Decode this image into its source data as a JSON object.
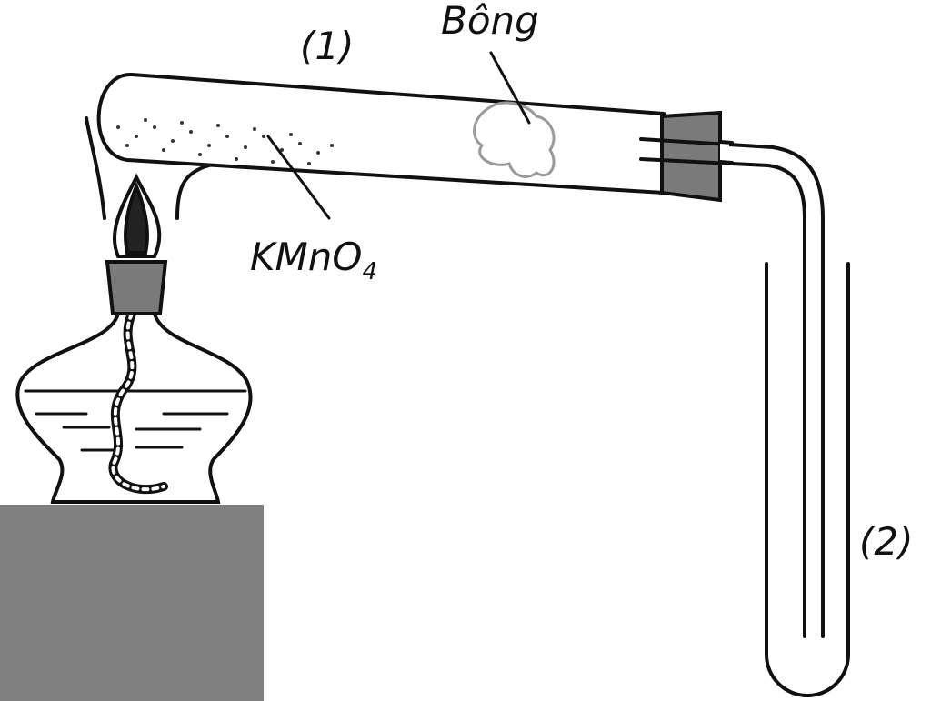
{
  "labels": {
    "tube_1": "(1)",
    "cotton": "Bông",
    "reagent_main": "KMnO",
    "reagent_sub": "4",
    "tube_2": "(2)"
  },
  "colors": {
    "stroke": "#111111",
    "stopper": "#7a7a7a",
    "block": "#808080",
    "cotton": "#9a9a9a"
  }
}
